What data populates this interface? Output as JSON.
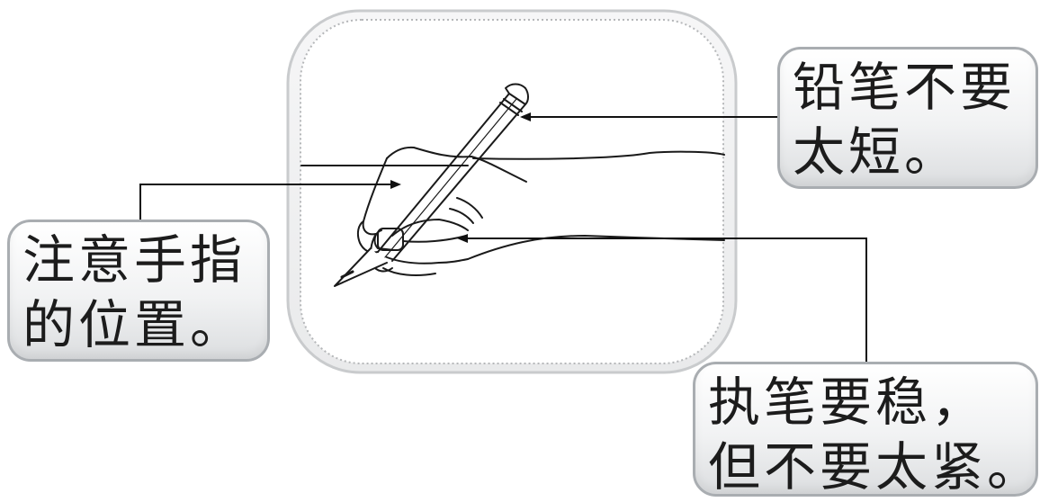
{
  "callouts": {
    "pencil": {
      "line1": "铅笔不要",
      "line2": "太短。"
    },
    "fingers": {
      "line1": "注意手指",
      "line2": "的位置。"
    },
    "grip": {
      "line1": "执笔要稳，",
      "line2": "但不要太紧。"
    }
  },
  "colors": {
    "callout_border": "#a9adb1",
    "frame_border": "#c4c6c8",
    "line": "#111111"
  }
}
